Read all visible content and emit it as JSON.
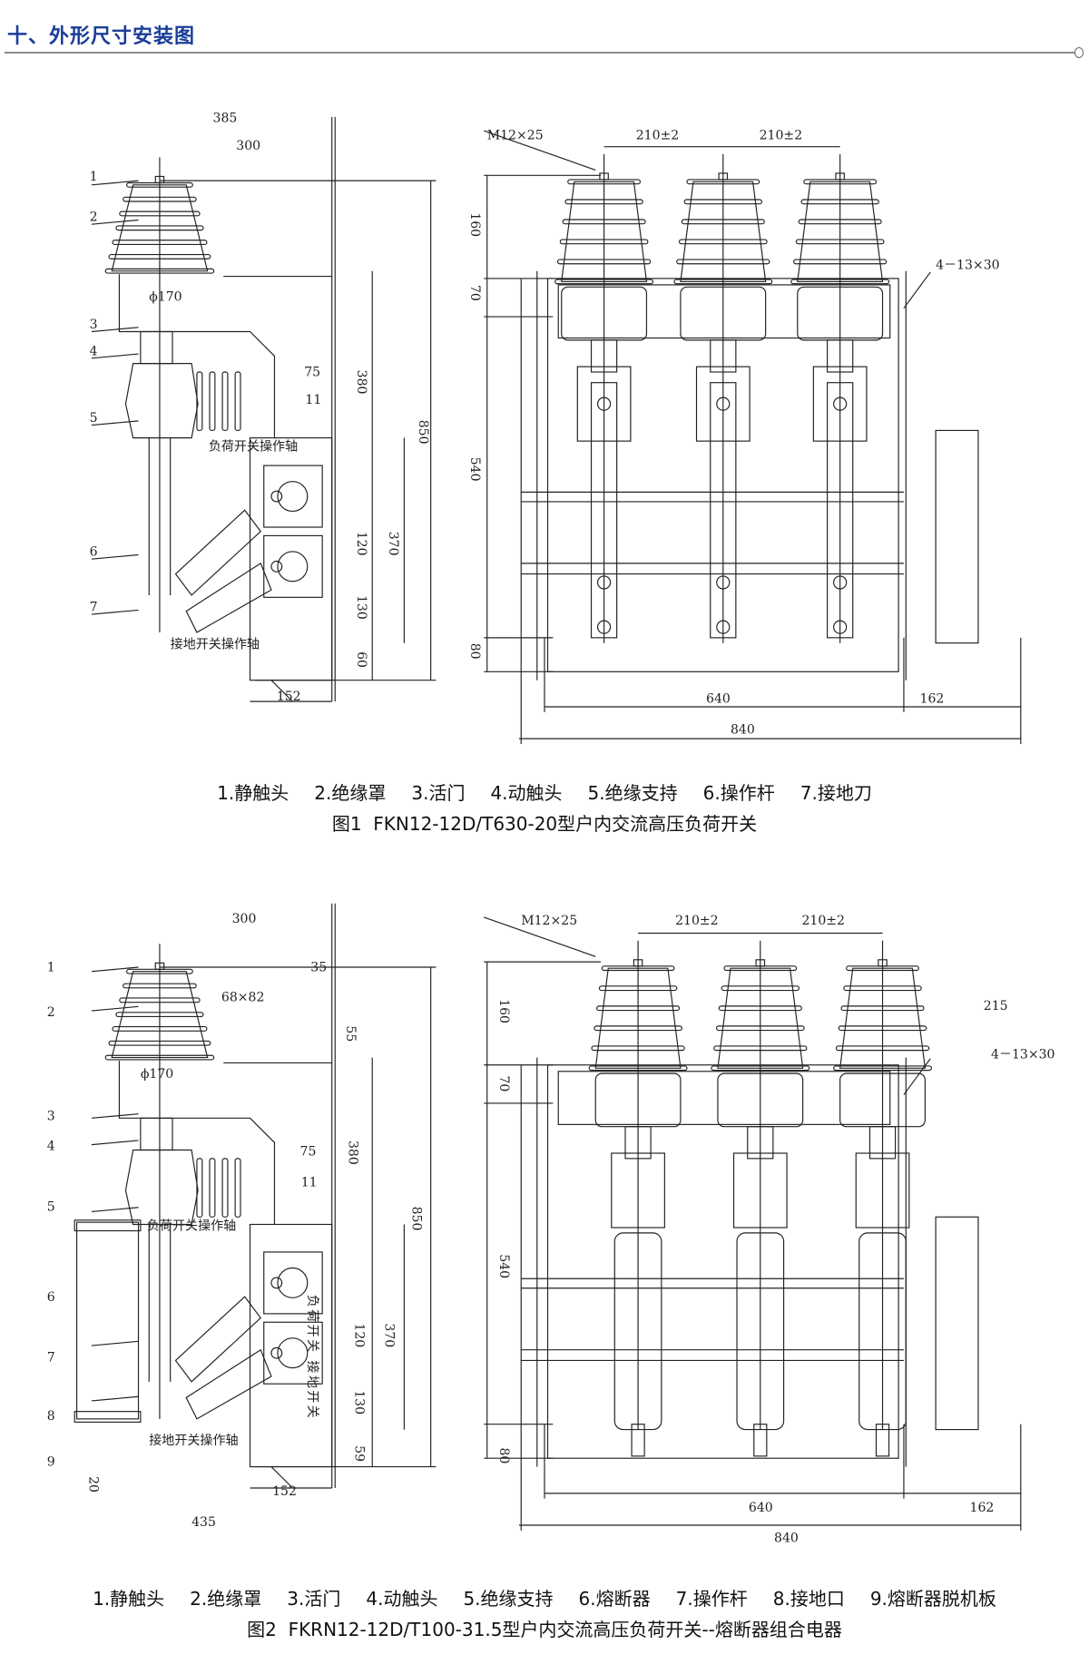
{
  "header": {
    "title": "十、外形尺寸安装图"
  },
  "figure1": {
    "side_view": {
      "dims": {
        "d385": "385",
        "d300": "300",
        "d75": "75",
        "d11": "11",
        "d380": "380",
        "d850": "850",
        "d370": "370",
        "d120": "120",
        "d130": "130",
        "d60": "60",
        "d152": "152"
      },
      "diameter": "ϕ170",
      "load_shaft": "负荷开关操作轴",
      "earth_shaft": "接地开关操作轴",
      "part_numbers": [
        "1",
        "2",
        "3",
        "4",
        "5",
        "6",
        "7"
      ]
    },
    "front_view": {
      "bolt": "M12×25",
      "pitch_left": "210±2",
      "pitch_right": "210±2",
      "holes": "4－13×30",
      "dims": {
        "d160": "160",
        "d70": "70",
        "d540": "540",
        "d80": "80",
        "d640": "640",
        "d162": "162",
        "d840": "840"
      }
    },
    "parts": [
      "1.静触头",
      "2.绝缘罩",
      "3.活门",
      "4.动触头",
      "5.绝缘支持",
      "6.操作杆",
      "7.接地刀"
    ],
    "caption": "图1  FKN12-12D/T630-20型户内交流高压负荷开关"
  },
  "figure2": {
    "side_view": {
      "dims": {
        "d300": "300",
        "d35": "35",
        "d68x82": "68×82",
        "d55": "55",
        "d75": "75",
        "d11": "11",
        "d380": "380",
        "d850": "850",
        "d370": "370",
        "d120": "120",
        "d130": "130",
        "d59": "59",
        "d20": "20",
        "d152": "152",
        "d435": "435"
      },
      "diameter": "ϕ170",
      "load_shaft": "负荷开关操作轴",
      "earth_shaft": "接地开关操作轴",
      "load_switch_v": "负荷开关",
      "earth_switch_v": "接地开关",
      "part_numbers": [
        "1",
        "2",
        "3",
        "4",
        "5",
        "6",
        "7",
        "8",
        "9"
      ]
    },
    "front_view": {
      "bolt": "M12×25",
      "pitch_left": "210±2",
      "pitch_right": "210±2",
      "d215": "215",
      "holes": "4－13×30",
      "dims": {
        "d160": "160",
        "d70": "70",
        "d540": "540",
        "d80": "80",
        "d640": "640",
        "d162": "162",
        "d840": "840"
      }
    },
    "parts": [
      "1.静触头",
      "2.绝缘罩",
      "3.活门",
      "4.动触头",
      "5.绝缘支持",
      "6.熔断器",
      "7.操作杆",
      "8.接地口",
      "9.熔断器脱机板"
    ],
    "caption": "图2  FKRN12-12D/T100-31.5型户内交流高压负荷开关--熔断器组合电器"
  },
  "colors": {
    "header": "#1a3d9a",
    "line": "#222222"
  }
}
